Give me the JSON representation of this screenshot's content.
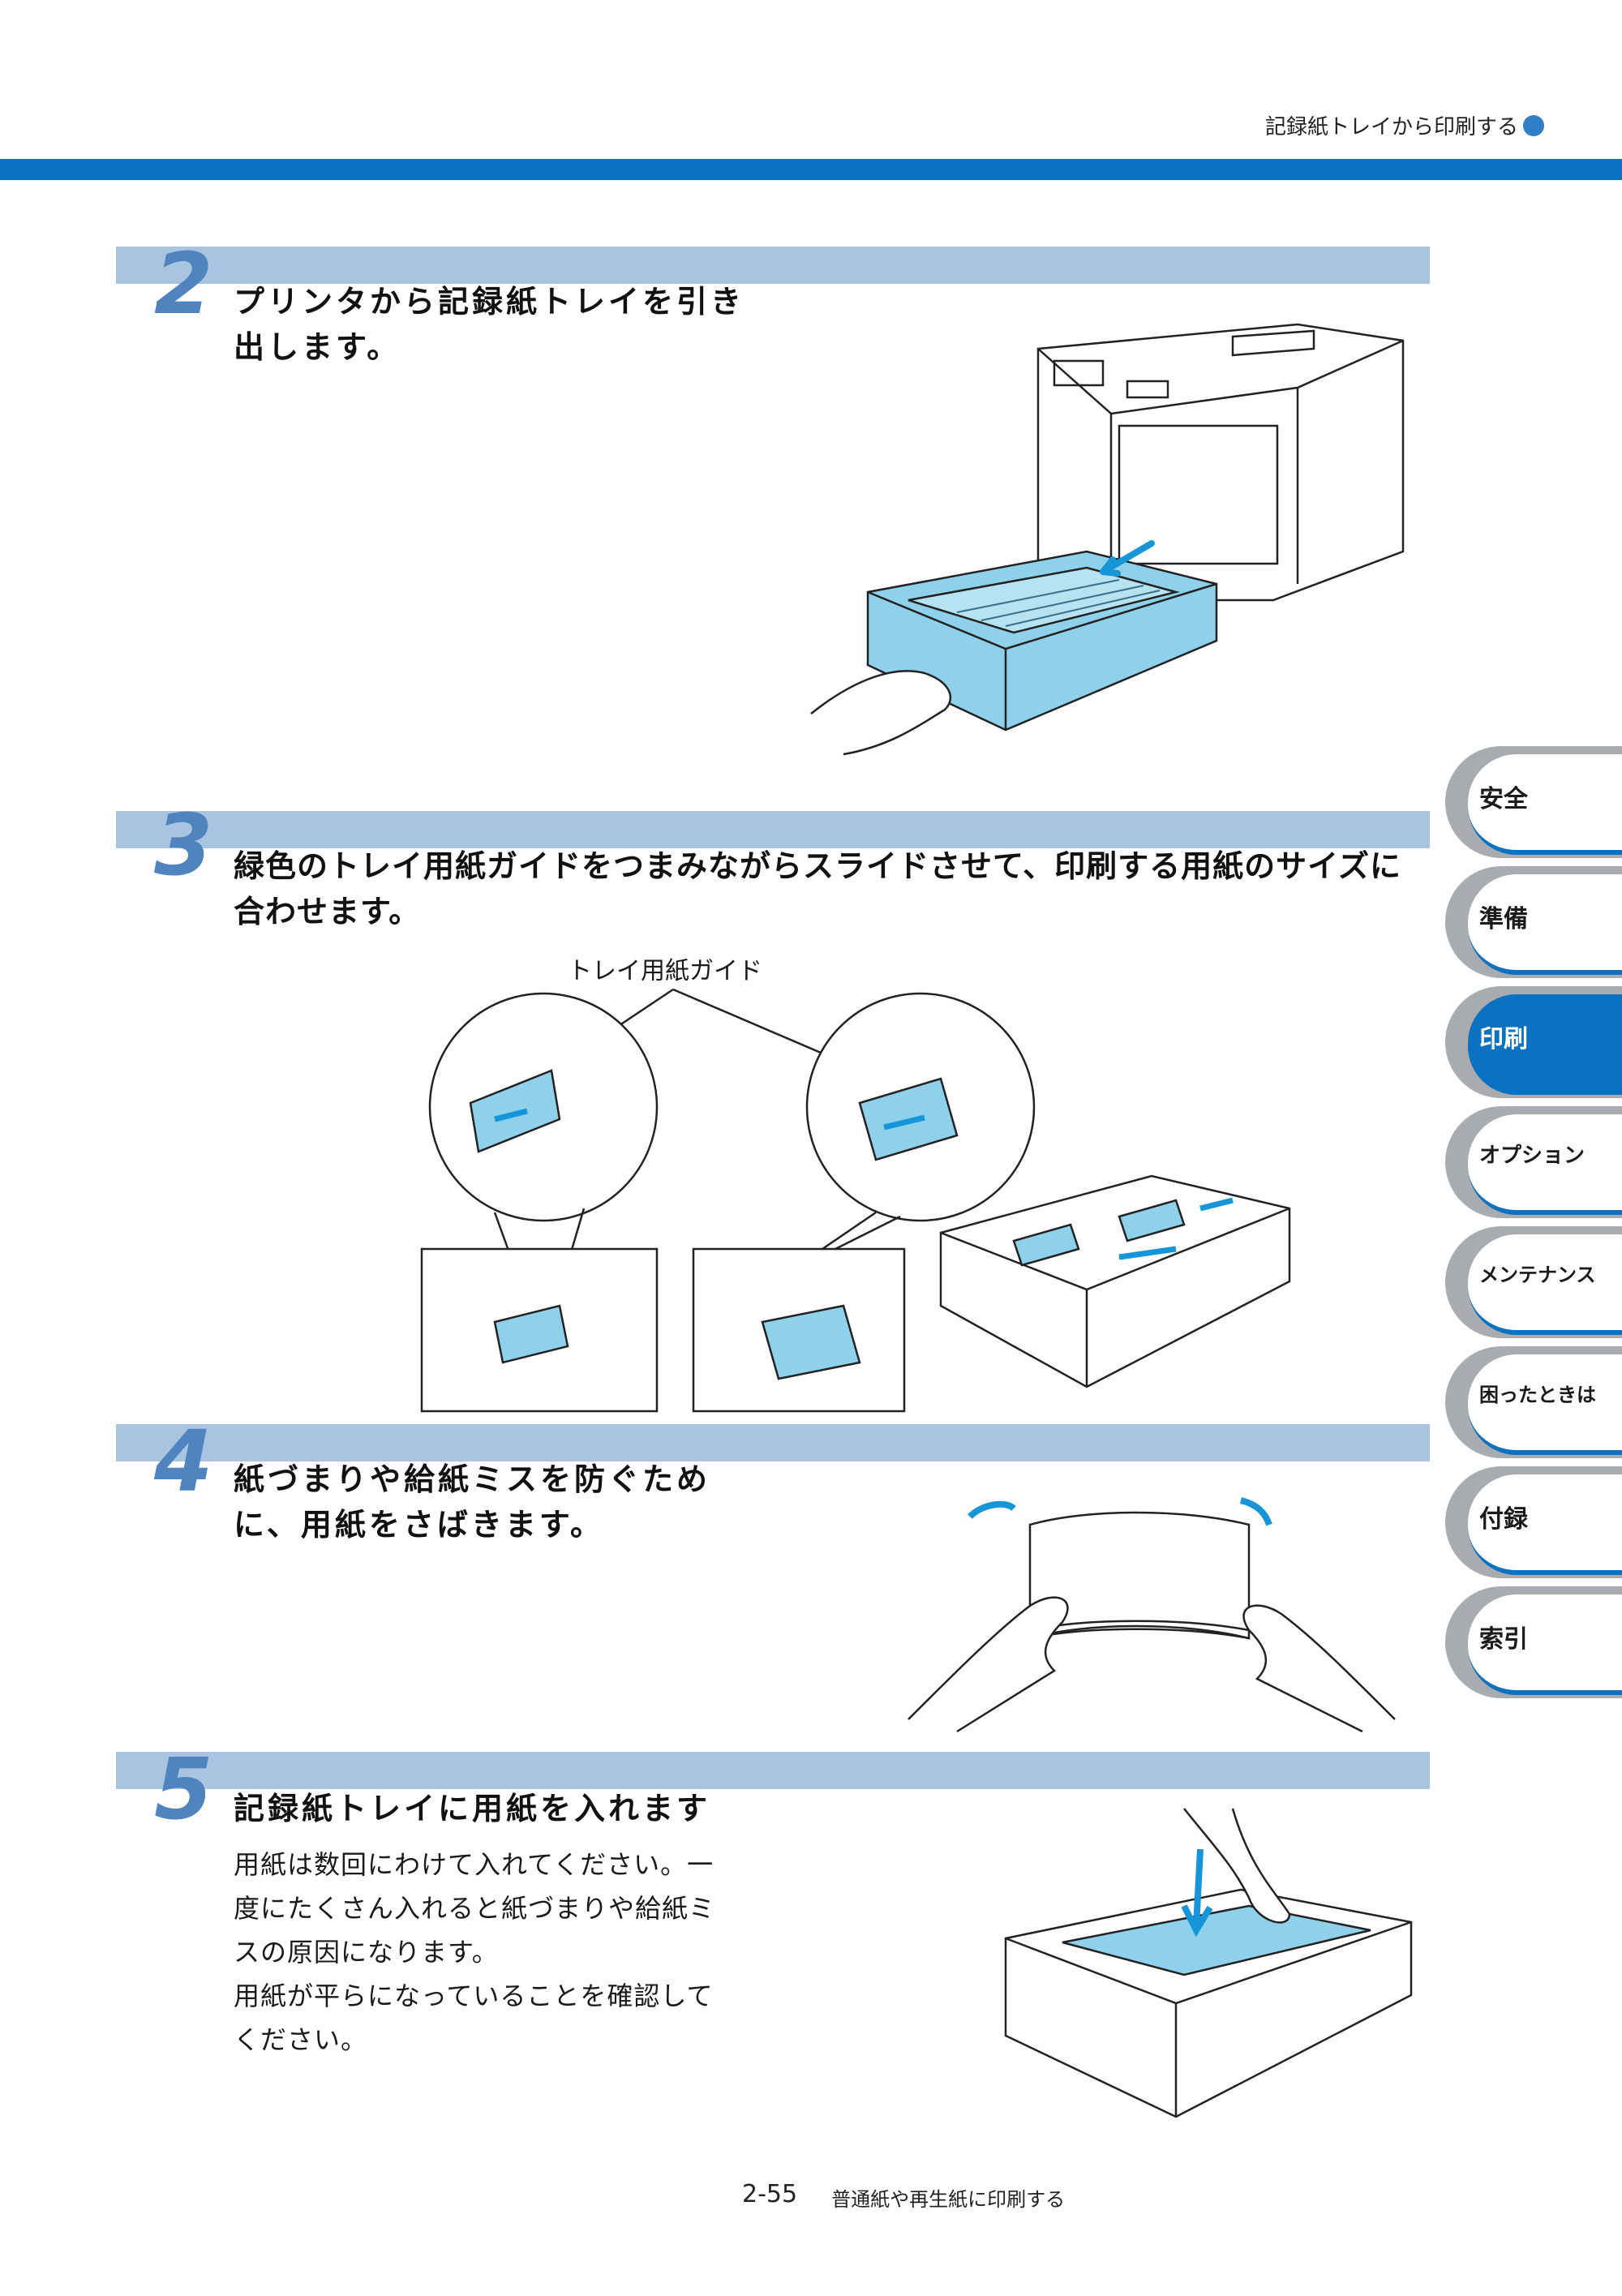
{
  "header": {
    "section_label": "記録紙トレイから印刷する"
  },
  "steps": [
    {
      "num": "2",
      "title_lines": [
        "プリンタから記録紙トレイを引き",
        "出します。"
      ]
    },
    {
      "num": "3",
      "title_lines": [
        "緑色のトレイ用紙ガイドをつまみながらスライドさせて、印刷する用紙のサイズに",
        "合わせます。"
      ],
      "callout": "トレイ用紙ガイド"
    },
    {
      "num": "4",
      "title_lines": [
        "紙づまりや給紙ミスを防ぐため",
        "に、用紙をさばきます。"
      ]
    },
    {
      "num": "5",
      "title_lines": [
        "記録紙トレイに用紙を入れます"
      ],
      "body_lines": [
        "用紙は数回にわけて入れてください。一",
        "度にたくさん入れると紙づまりや給紙ミ",
        "スの原因になります。",
        "用紙が平らになっていることを確認して",
        "ください。"
      ]
    }
  ],
  "tabs": [
    {
      "label": "安全",
      "active": false
    },
    {
      "label": "準備",
      "active": false
    },
    {
      "label": "印刷",
      "active": true
    },
    {
      "label": "オプション",
      "active": false
    },
    {
      "label": "メンテナンス",
      "active": false
    },
    {
      "label": "困ったときは",
      "active": false
    },
    {
      "label": "付録",
      "active": false
    },
    {
      "label": "索引",
      "active": false
    }
  ],
  "footer": {
    "page": "2-55",
    "title": "普通紙や再生紙に印刷する"
  },
  "colors": {
    "accent": "#0a72c0",
    "step_bar": "#a9c4e0",
    "tray_blue": "#8fd0ea"
  }
}
